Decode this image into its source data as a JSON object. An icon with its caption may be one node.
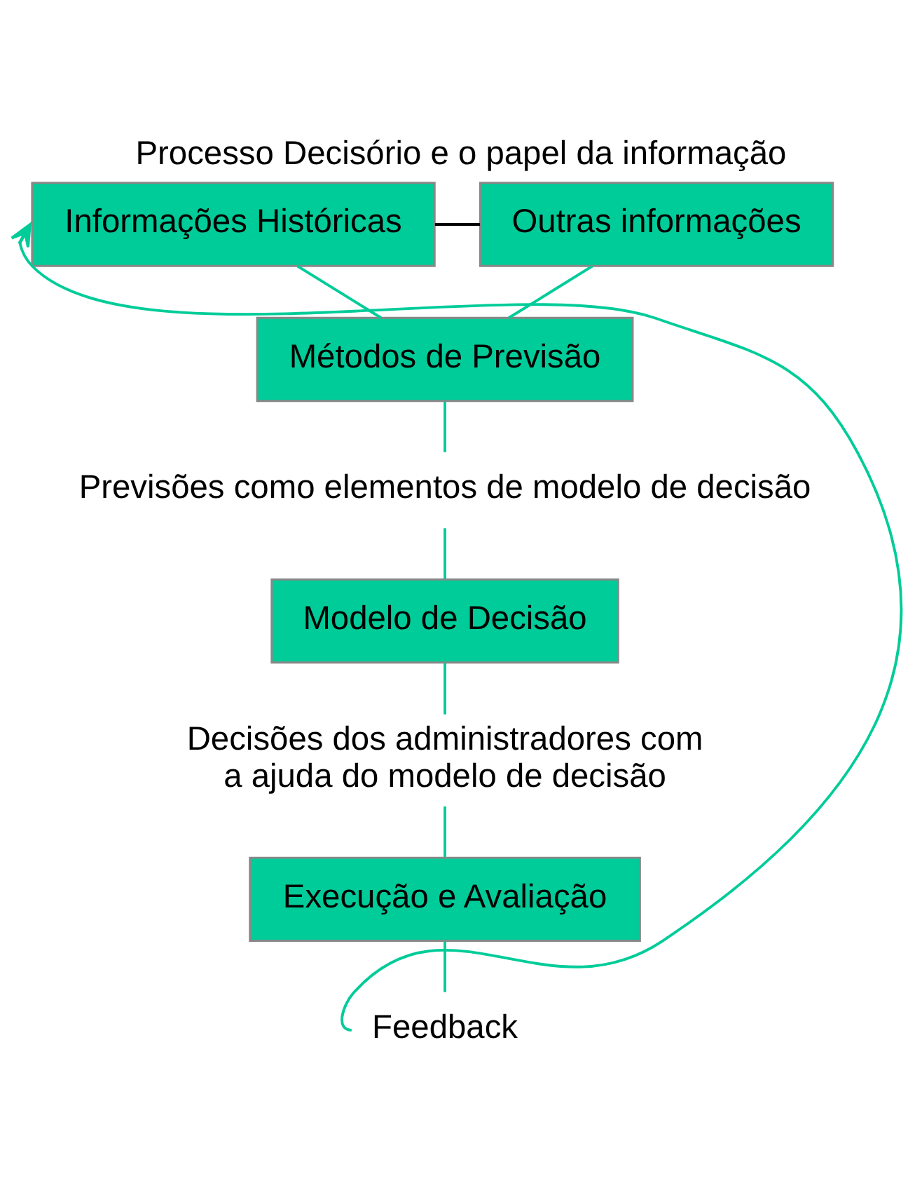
{
  "diagram": {
    "title": "Processo Decisório e o papel da informação",
    "nodes": [
      {
        "text": [
          "Informações Históricas"
        ]
      },
      {
        "text": [
          "Outras informações"
        ]
      },
      {
        "text": [
          "Métodos de Previsão"
        ]
      },
      {
        "text": [
          "Previsões como elementos de modelo de decisão"
        ]
      },
      {
        "text": [
          "Modelo de Decisão"
        ]
      },
      {
        "text": [
          "Decisões dos administradores com a ajuda do modelo de decisão"
        ]
      },
      {
        "text": [
          "Execução e Avaliação"
        ]
      },
      {
        "text": [
          "Feedback"
        ]
      }
    ],
    "edges": [
      {
        "from": 0,
        "to": 1,
        "arrow": "none",
        "color": "#000000"
      },
      {
        "from": 0,
        "to": 2,
        "arrow": "none"
      },
      {
        "from": 1,
        "to": 2,
        "arrow": "none"
      },
      {
        "from": 2,
        "to": 3,
        "arrow": "none"
      },
      {
        "from": 3,
        "to": 4,
        "arrow": "none"
      },
      {
        "from": 4,
        "to": 5,
        "arrow": "none"
      },
      {
        "from": 5,
        "to": 6,
        "arrow": "none"
      },
      {
        "from": 6,
        "to": 7,
        "arrow": "none"
      },
      {
        "from": 7,
        "to": 0,
        "arrow": "to"
      }
    ]
  }
}
